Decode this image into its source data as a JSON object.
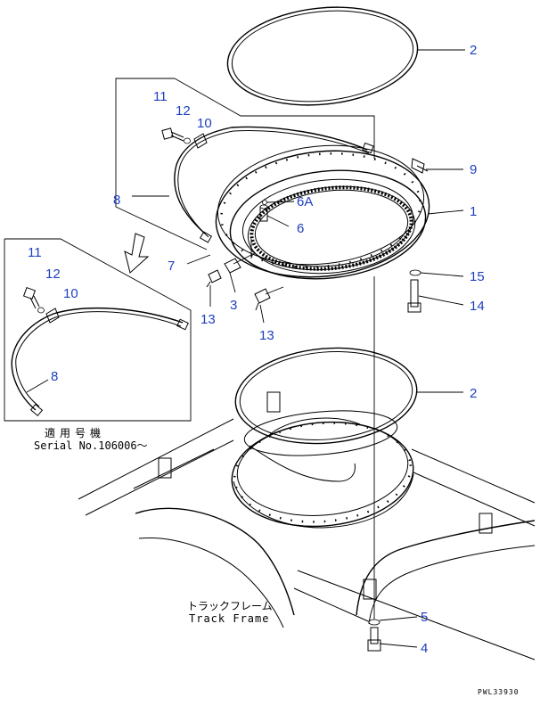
{
  "callouts": {
    "c2_top": "2",
    "c9": "9",
    "c1": "1",
    "c15": "15",
    "c14": "14",
    "c6A": "6A",
    "c6": "6",
    "c7": "7",
    "c3": "3",
    "c13_left": "13",
    "c13_right": "13",
    "c8_main": "8",
    "c11_main": "11",
    "c12_main": "12",
    "c10_main": "10",
    "c11_inset": "11",
    "c12_inset": "12",
    "c10_inset": "10",
    "c8_inset": "8",
    "c2_mid": "2",
    "c5": "5",
    "c4": "4"
  },
  "inset": {
    "applicable_label": "適用号機",
    "serial": "Serial No.106006〜"
  },
  "track_frame": {
    "jp": "トラックフレーム",
    "en": "Track Frame"
  },
  "drawing_code": "PWL33930",
  "colors": {
    "callout": "#1f3fbf",
    "line": "#000000",
    "background": "#ffffff"
  }
}
